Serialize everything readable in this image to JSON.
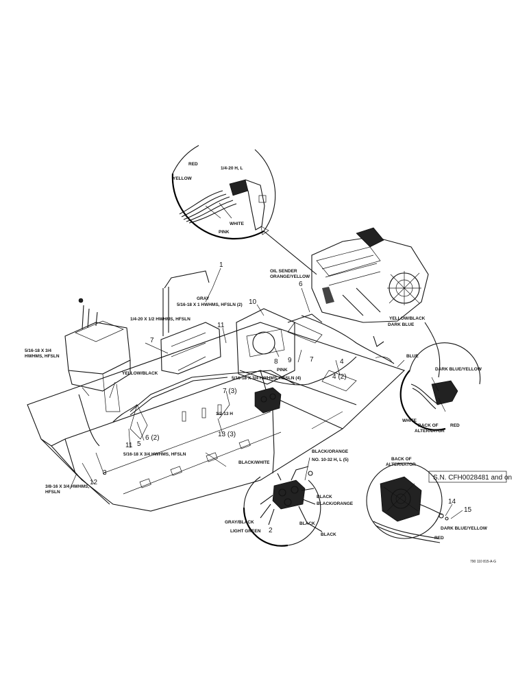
{
  "callouts": {
    "top_detail": {
      "red": "RED",
      "yellow": "YELLOW",
      "bolt": "1/4-20 H, L",
      "white": "WHITE",
      "pink": "PINK"
    },
    "main": {
      "oil_sender_1": "OIL SENDER",
      "oil_sender_2": "ORANGE/YELLOW",
      "gray": "GRAY",
      "hw_1": "5/16-18 X 1 HWHMS, HFSLN (2)",
      "hw_2": "1/4-20 X 1/2 HWHMS, HFSLN",
      "hw_left_1": "5/16-18 X 3/4",
      "hw_left_2": "HWHMS, HFSLN",
      "yellow_black": "YELLOW/BLACK",
      "hw_center": "5/16-18 X 3/4 HWHMS, HFSLN (4)",
      "pink": "PINK",
      "nut": "1/2-13 H",
      "hw_lower": "5/16-18 X 3/4 HWHMS, HFSLN",
      "hw_bottom_1": "3/8-16 X 3/4 HWHMS,",
      "hw_bottom_2": "HFSLN",
      "yellow_black_engine": "YELLOW/BLACK",
      "dark_blue": "DARK BLUE",
      "blue": "BLUE"
    },
    "alternator_detail": {
      "dark_blue_yellow": "DARK BLUE/YELLOW",
      "white": "WHITE",
      "red": "RED",
      "back_1": "BACK OF",
      "back_2": "ALTERNATOR"
    },
    "solenoid_detail": {
      "black_white": "BLACK/WHITE",
      "black_orange": "BLACK/ORANGE",
      "bolt": "NO. 10-32 H, L (5)",
      "black_1": "BLACK",
      "black_orange_2": "BLACK/ORANGE",
      "gray_black": "GRAY/BLACK",
      "light_green": "LIGHT GREEN",
      "black_2": "BLACK",
      "black_3": "BLACK"
    },
    "serial_detail": {
      "back_1": "BACK OF",
      "back_2": "ALTERNATOR",
      "serial": "S.N. CFH0028481 and on",
      "dark_blue_yellow": "DARK BLUE/YELLOW",
      "red": "RED"
    }
  },
  "item_numbers": [
    "1",
    "2",
    "3",
    "4",
    "4 (2)",
    "5",
    "6",
    "6 (2)",
    "7",
    "7 (3)",
    "8",
    "9",
    "10",
    "11",
    "12",
    "13 (3)",
    "14",
    "15"
  ],
  "figure_ref": "790 110 815-A-G"
}
